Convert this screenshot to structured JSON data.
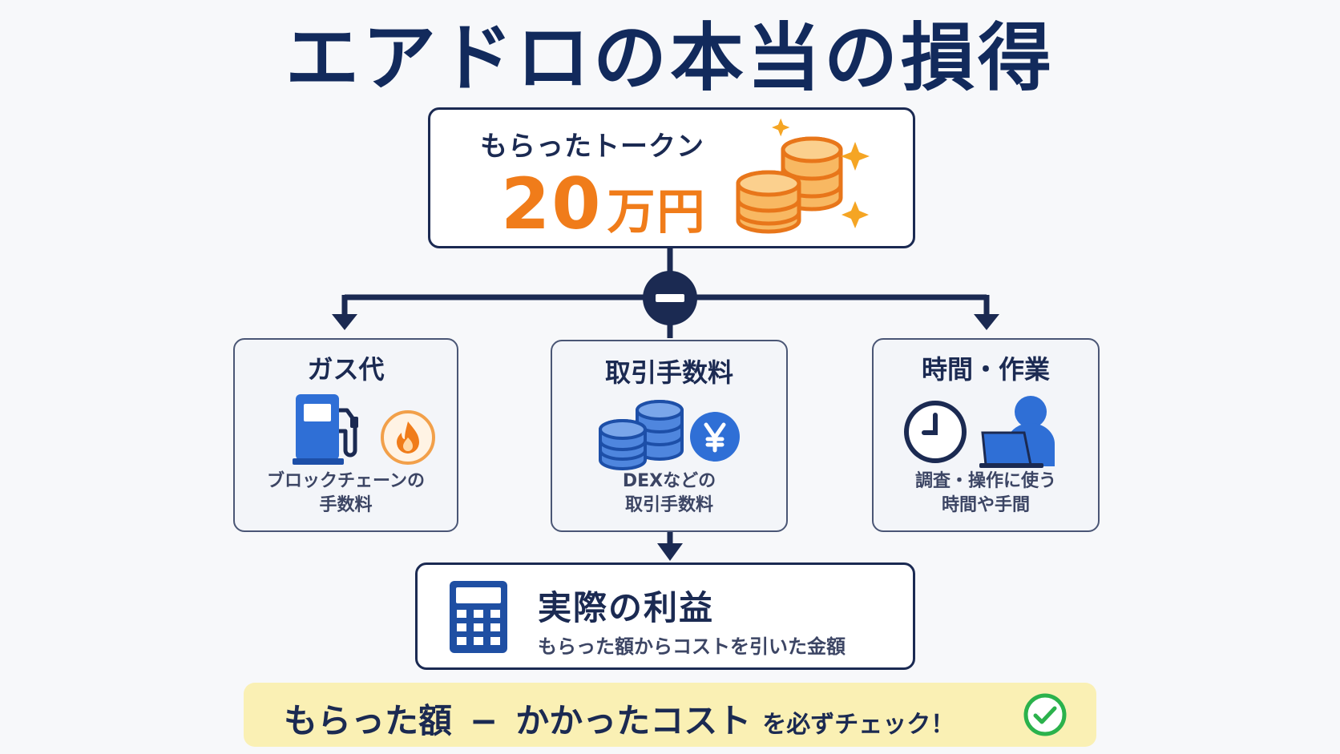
{
  "title": "エアドロの本当の損得",
  "received": {
    "label": "もらったトークン",
    "amount": "20",
    "unit": "万円",
    "icon": "coin-stack-icon",
    "color": "#f07c1a"
  },
  "operator_icon": "minus-icon",
  "costs": [
    {
      "title": "ガス代",
      "icons": [
        "fuel-pump-icon",
        "flame-icon"
      ],
      "desc_line1": "ブロックチェーンの",
      "desc_line2": "手数料"
    },
    {
      "title": "取引手数料",
      "icons": [
        "coin-stack-icon",
        "yen-icon"
      ],
      "desc_line1": "DEXなどの",
      "desc_line2": "取引手数料"
    },
    {
      "title": "時間・作業",
      "icons": [
        "clock-icon",
        "person-laptop-icon"
      ],
      "desc_line1": "調査・操作に使う",
      "desc_line2": "時間や手間"
    }
  ],
  "result": {
    "title": "実際の利益",
    "desc": "もらった額からコストを引いた金額",
    "icon": "calculator-icon"
  },
  "banner": {
    "part1": "もらった額",
    "operator": "−",
    "part2": "かかったコスト",
    "part3": "を必ずチェック！",
    "icon": "check-circle-icon"
  },
  "colors": {
    "navy": "#1b2a52",
    "orange": "#f07c1a",
    "blue": "#2f6fd6",
    "banner_bg": "#faf0b4",
    "check_green": "#2bb24c"
  }
}
